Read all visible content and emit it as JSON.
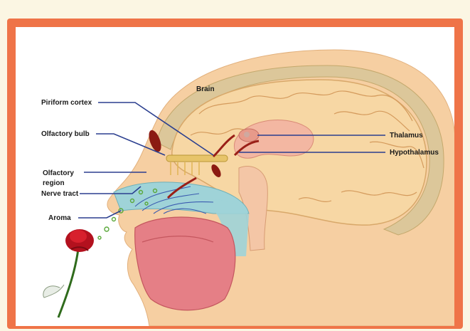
{
  "labels": {
    "brain": "Brain",
    "piriform_cortex": "Piriform cortex",
    "olfactory_bulb": "Olfactory bulb",
    "olfactory_region_line1": "Olfactory",
    "olfactory_region_line2": "region",
    "nerve_tract": "Nerve tract",
    "aroma": "Aroma",
    "thalamus": "Thalamus",
    "hypothalamus": "Hypothalamus"
  },
  "colors": {
    "frame": "#ef7448",
    "background": "#fbf6e3",
    "skin": "#f6cfa2",
    "brain": "#f7d7a4",
    "leader_line": "#2b3f8f",
    "bone": "#d9c48c",
    "airway": "#9fd3d8",
    "mouth": "#e57f86",
    "rose": "#b3111e",
    "stem": "#2f6b1c"
  }
}
